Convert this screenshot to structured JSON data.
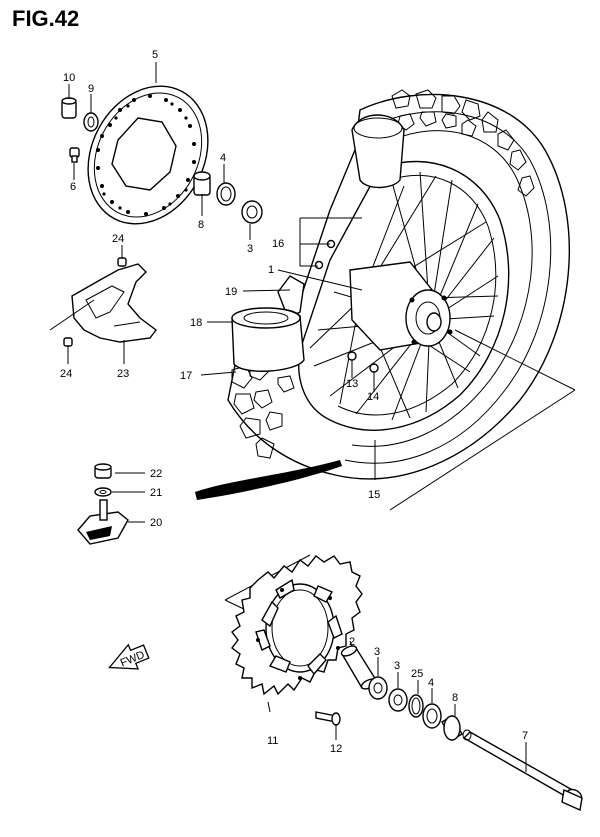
{
  "figure": {
    "title": "FIG.42"
  },
  "parts": {
    "p1": "1",
    "p2": "2",
    "p3a": "3",
    "p3b": "3",
    "p3c": "3",
    "p4a": "4",
    "p4b": "4",
    "p5": "5",
    "p6": "6",
    "p7": "7",
    "p8a": "8",
    "p8b": "8",
    "p9": "9",
    "p10": "10",
    "p11": "11",
    "p12": "12",
    "p13": "13",
    "p14": "14",
    "p15": "15",
    "p16": "16",
    "p17": "17",
    "p18": "18",
    "p19": "19",
    "p20": "20",
    "p21": "21",
    "p22": "22",
    "p23": "23",
    "p24a": "24",
    "p24b": "24",
    "p25": "25"
  },
  "direction_arrow": {
    "label": "FWD"
  }
}
